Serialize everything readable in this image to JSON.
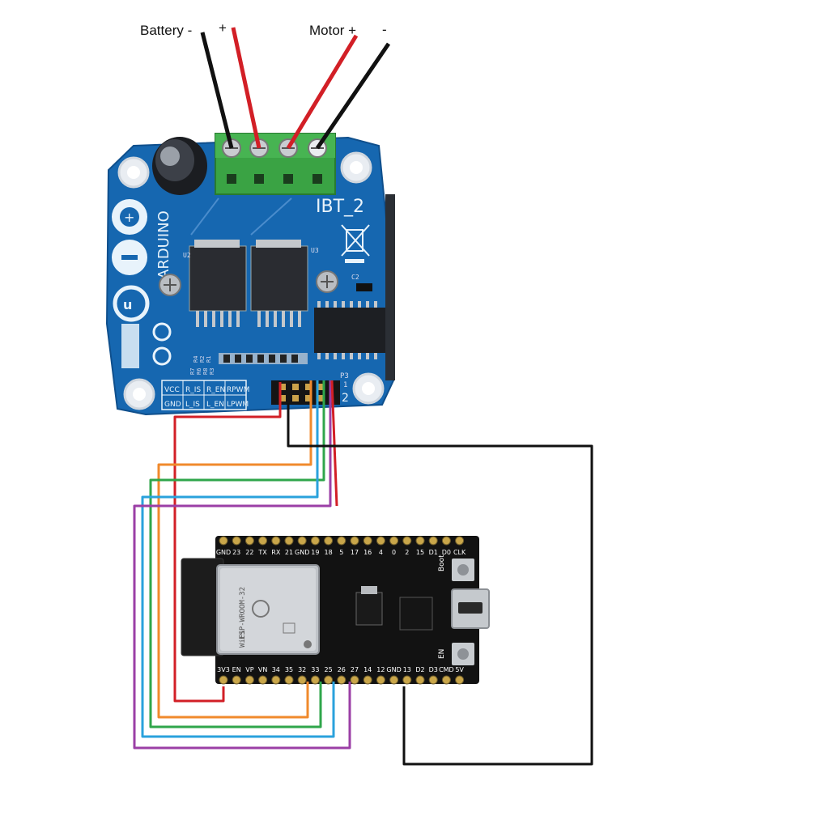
{
  "labels": {
    "battery": "Battery -",
    "battery_plus": "+",
    "motor": "Motor +",
    "motor_minus": "-"
  },
  "driver_board": {
    "title": "IBT_2",
    "brand": "ARDUINO",
    "u2": "U2",
    "u3": "U3",
    "c2": "C2",
    "p3": "P3",
    "pin1": "1",
    "pin2": "2",
    "resistors": [
      "R7",
      "R6",
      "R8",
      "R3",
      "R4",
      "R2",
      "R1"
    ],
    "header_labels": [
      [
        "VCC",
        "R_IS",
        "R_EN",
        "RPWM"
      ],
      [
        "GND",
        "L_IS",
        "L_EN",
        "LPWM"
      ]
    ]
  },
  "esp32": {
    "module": "ESP-WROOM-32",
    "wifi_logo": "WiFi",
    "boot": "Boot",
    "en": "EN",
    "top_pins": [
      "GND",
      "23",
      "22",
      "TX",
      "RX",
      "21",
      "GND",
      "19",
      "18",
      "5",
      "17",
      "16",
      "4",
      "0",
      "2",
      "15",
      "D1",
      "D0",
      "CLK"
    ],
    "bottom_pins": [
      "3V3",
      "EN",
      "VP",
      "VN",
      "34",
      "35",
      "32",
      "33",
      "25",
      "26",
      "27",
      "14",
      "12",
      "GND",
      "13",
      "D2",
      "D3",
      "CMD",
      "5V"
    ]
  },
  "colors": {
    "board_blue": "#1667b0",
    "terminal_green": "#3aa344",
    "esp_black": "#121212",
    "wire_red": "#d21f26",
    "wire_black": "#111111",
    "wire_orange": "#f08a2c",
    "wire_green": "#2fa64b",
    "wire_blue": "#2aa2dc",
    "wire_purple": "#9b3fa6"
  },
  "icons": [
    "recycle-bin-crossed-icon",
    "ul-mark-icon",
    "ce-mark-icon",
    "arduino-logo-icon"
  ]
}
